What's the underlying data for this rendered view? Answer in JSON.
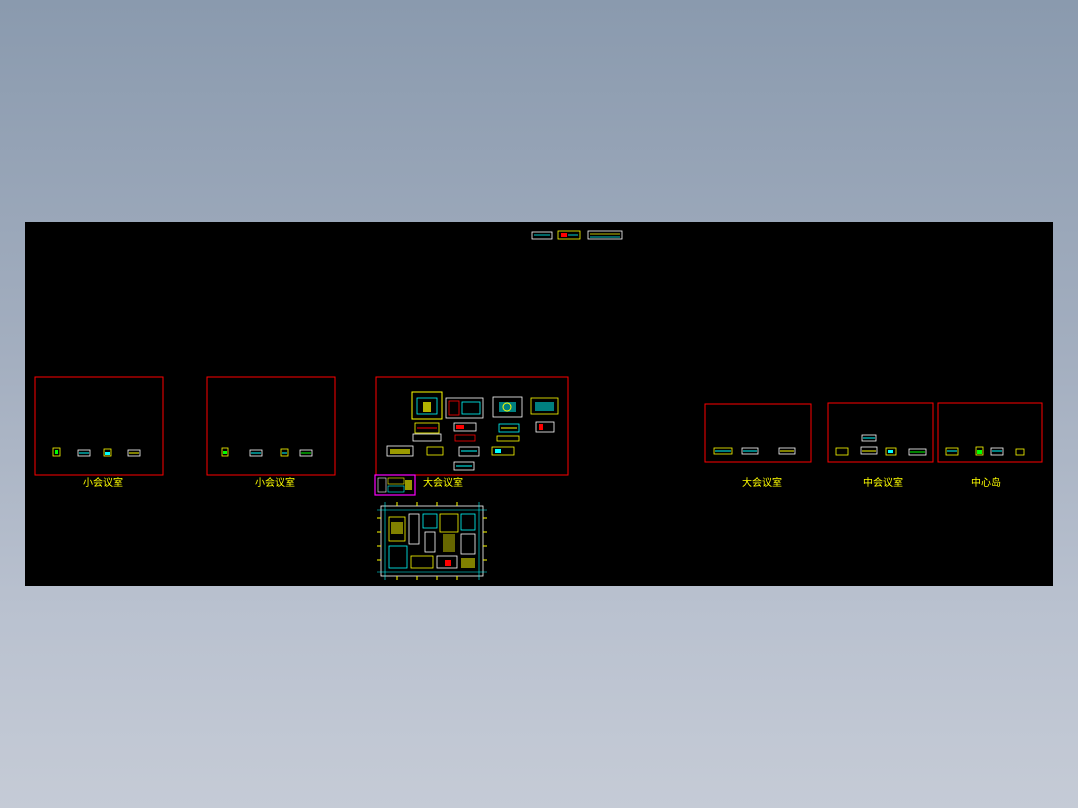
{
  "viewport": {
    "background": "#000000",
    "frame_color": "#ff0000",
    "label_color": "#ffff00",
    "highlight_color": "#ff00ff",
    "line_colors": [
      "#ffff00",
      "#00ffff",
      "#ffffff",
      "#00ff00",
      "#ff0000"
    ]
  },
  "sheets": [
    {
      "label": "小会议室"
    },
    {
      "label": "小会议室"
    },
    {
      "label": "大会议室"
    },
    {
      "label": "大会议室"
    },
    {
      "label": "中会议室"
    },
    {
      "label": "中心岛"
    }
  ]
}
